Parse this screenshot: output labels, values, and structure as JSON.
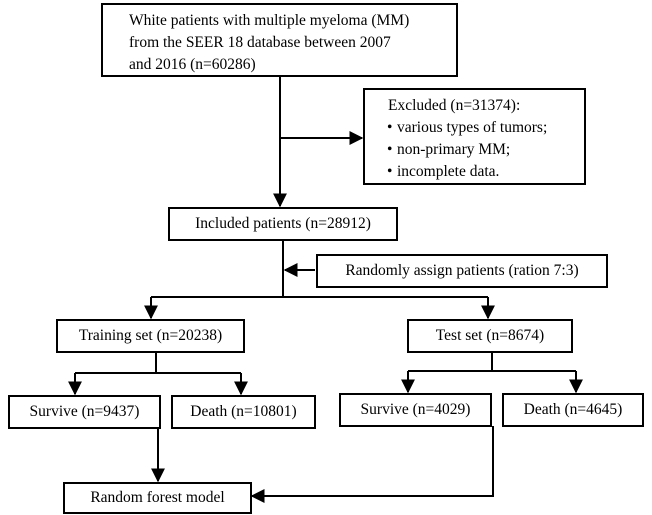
{
  "source_box": {
    "lines": [
      "White patients with multiple myeloma (MM)",
      "from the SEER 18 database between 2007",
      "and 2016 (n=60286)"
    ]
  },
  "excluded_box": {
    "title": "Excluded (n=31374):",
    "items": [
      "various types of tumors;",
      "non-primary MM;",
      "incomplete data."
    ]
  },
  "included_box": {
    "label": "Included patients (n=28912)"
  },
  "randomize_box": {
    "label": "Randomly assign patients (ration 7:3)"
  },
  "training_box": {
    "label": "Training set (n=20238)"
  },
  "test_box": {
    "label": "Test set (n=8674)"
  },
  "train_survive_box": {
    "label": "Survive (n=9437)"
  },
  "train_death_box": {
    "label": "Death (n=10801)"
  },
  "test_survive_box": {
    "label": "Survive (n=4029)"
  },
  "test_death_box": {
    "label": "Death (n=4645)"
  },
  "model_box": {
    "label": "Random forest model"
  }
}
